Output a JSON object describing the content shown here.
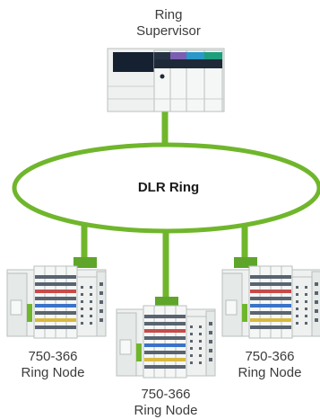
{
  "supervisor": {
    "line1": "Ring",
    "line2": "Supervisor"
  },
  "ring": {
    "label": "DLR Ring",
    "color": "#70b62c"
  },
  "nodes": [
    {
      "model": "750-366",
      "role": "Ring Node"
    },
    {
      "model": "750-366",
      "role": "Ring Node"
    },
    {
      "model": "750-366",
      "role": "Ring Node"
    }
  ],
  "colors": {
    "ring_green": "#70b62c",
    "connector_green": "#5ea52a",
    "device_body": "#eef1ef",
    "device_outline": "#b9bfbc",
    "text": "#3c3c3c"
  }
}
